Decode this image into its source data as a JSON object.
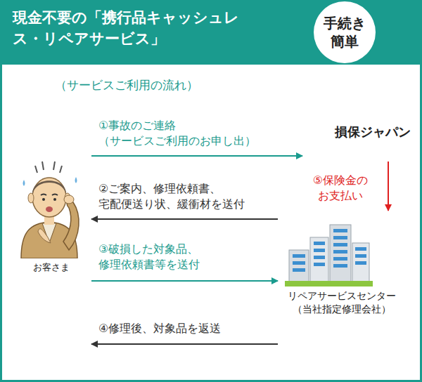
{
  "diagram": {
    "title": "現金不要の「携行品キャッシュレス・リペアサービス」",
    "nodes": [
      {
        "text": [
          "手続き 簡単"
        ]
      },
      {
        "text": [
          "お客さま"
        ]
      },
      {
        "text": [
          "損保ジャパン"
        ]
      },
      {
        "text": [
          "リペアサービスセンター （当社指定修理会社）"
        ]
      }
    ],
    "edges": [
      {
        "from": 1,
        "to": 2,
        "arrow": "to",
        "label": "①事故のご連絡 （サービスご利用のお申し出）"
      },
      {
        "from": 3,
        "to": 1,
        "arrow": "to",
        "label": "②ご案内、修理依頼書、 宅配便送り状、緩衝材を送付"
      },
      {
        "from": 1,
        "to": 3,
        "arrow": "to",
        "label": "③破損した対象品、 修理依頼書等を送付"
      },
      {
        "from": 3,
        "to": 1,
        "arrow": "to",
        "label": "④修理後、対象品を返送"
      },
      {
        "from": 2,
        "to": 3,
        "arrow": "to",
        "label": "⑤保険金の お支払い"
      }
    ],
    "labels": [
      "（サービスご利用の流れ）"
    ]
  }
}
